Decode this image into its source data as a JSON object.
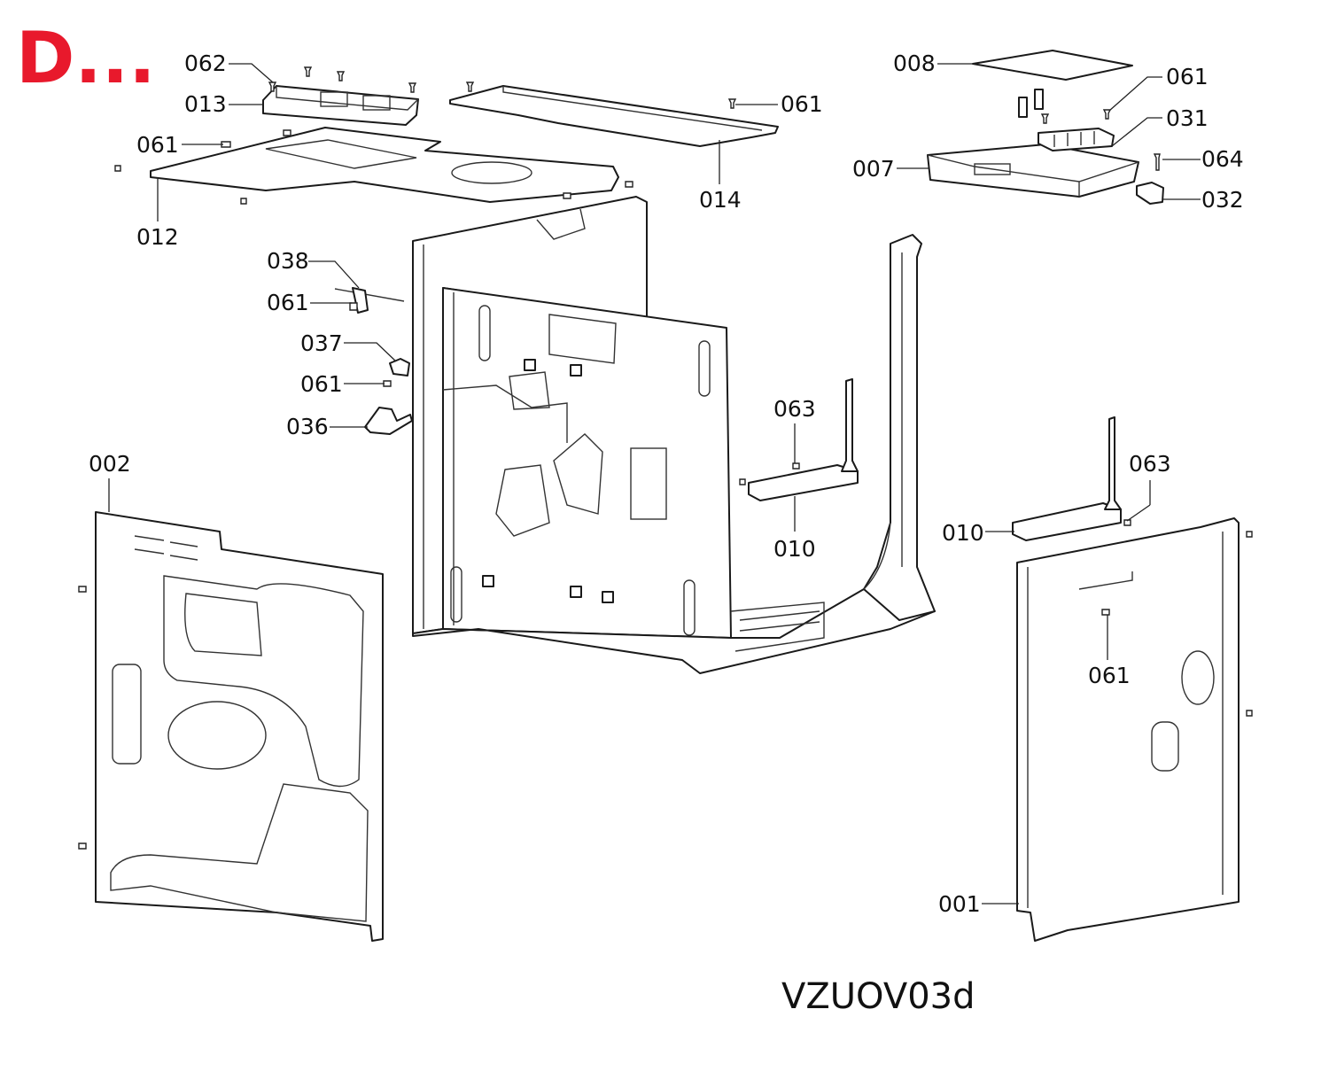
{
  "brand": {
    "text": "D...",
    "color": "#e8192c"
  },
  "diagram_code": "VZUOV03d",
  "labels": {
    "l062": "062",
    "l013": "013",
    "l061a": "061",
    "l012": "012",
    "l008": "008",
    "l061b": "061",
    "l031": "031",
    "l007": "007",
    "l064": "064",
    "l032": "032",
    "l061c": "061",
    "l014": "014",
    "l038": "038",
    "l061d": "061",
    "l037": "037",
    "l061e": "061",
    "l036": "036",
    "l002": "002",
    "l063a": "063",
    "l010a": "010",
    "l063b": "063",
    "l010b": "010",
    "l061f": "061",
    "l001": "001"
  }
}
